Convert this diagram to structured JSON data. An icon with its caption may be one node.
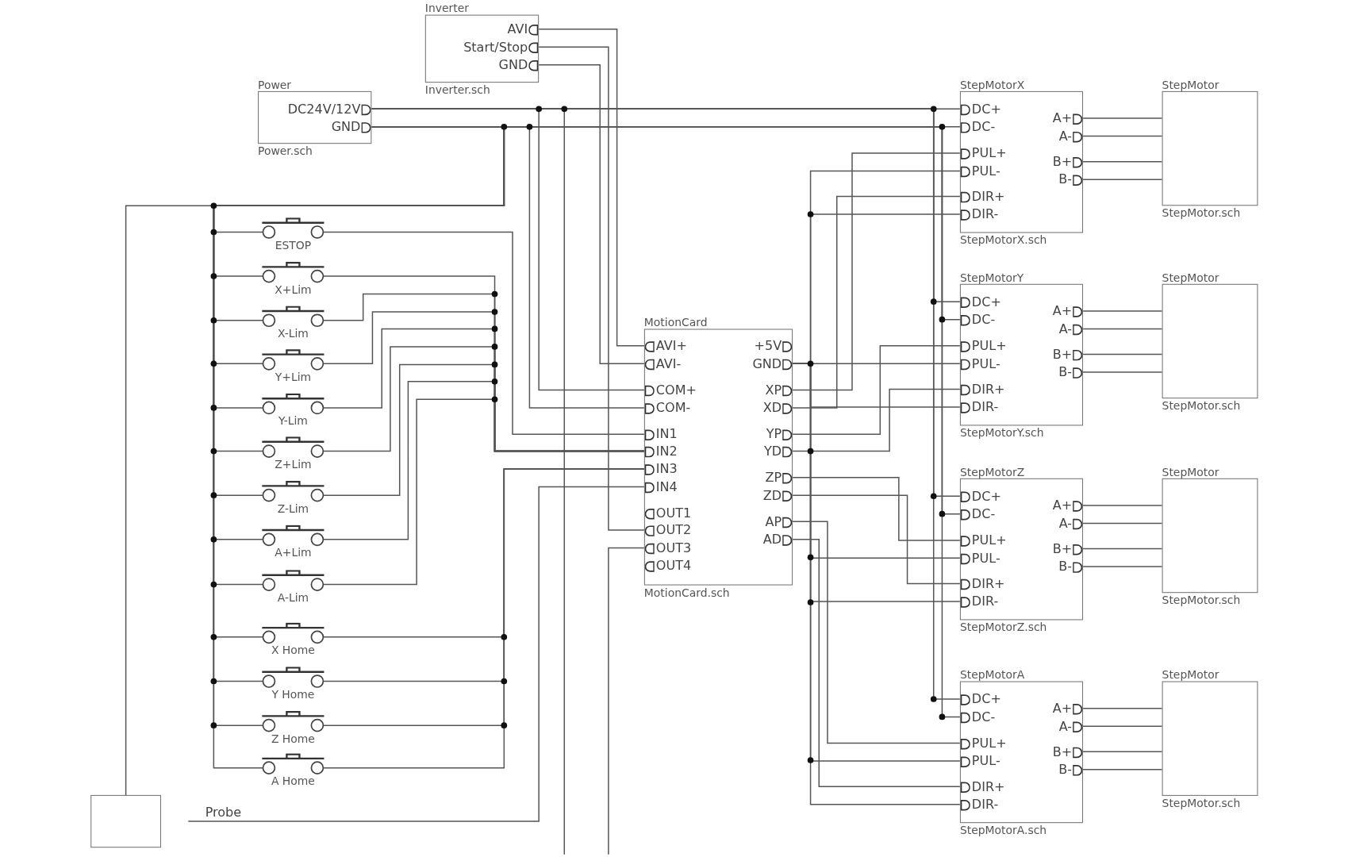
{
  "diagram": {
    "nodes": [
      {
        "text": [
          "Inverter",
          "AVI",
          "Start/Stop",
          "GND",
          "Inverter.sch"
        ]
      },
      {
        "text": [
          "Power",
          "DC24V/12V",
          "GND",
          "Power.sch"
        ]
      },
      {
        "text": [
          "MotionCard",
          "AVI+",
          "AVI-",
          "COM+",
          "COM-",
          "IN1",
          "IN2",
          "IN3",
          "IN4",
          "OUT1",
          "OUT2",
          "OUT3",
          "OUT4",
          "+5V",
          "GND",
          "XP",
          "XD",
          "YP",
          "YD",
          "ZP",
          "ZD",
          "AP",
          "AD",
          "MotionCard.sch"
        ]
      },
      {
        "text": [
          "StepMotorX",
          "DC+",
          "DC-",
          "PUL+",
          "PUL-",
          "DIR+",
          "DIR-",
          "A+",
          "A-",
          "B+",
          "B-",
          "StepMotorX.sch"
        ]
      },
      {
        "text": [
          "StepMotor",
          "StepMotor.sch"
        ]
      },
      {
        "text": [
          "StepMotorY",
          "DC+",
          "DC-",
          "PUL+",
          "PUL-",
          "DIR+",
          "DIR-",
          "A+",
          "A-",
          "B+",
          "B-",
          "StepMotorY.sch"
        ]
      },
      {
        "text": [
          "StepMotor",
          "StepMotor.sch"
        ]
      },
      {
        "text": [
          "StepMotorZ",
          "DC+",
          "DC-",
          "PUL+",
          "PUL-",
          "DIR+",
          "DIR-",
          "A+",
          "A-",
          "B+",
          "B-",
          "StepMotorZ.sch"
        ]
      },
      {
        "text": [
          "StepMotor",
          "StepMotor.sch"
        ]
      },
      {
        "text": [
          "StepMotorA",
          "DC+",
          "DC-",
          "PUL+",
          "PUL-",
          "DIR+",
          "DIR-",
          "A+",
          "A-",
          "B+",
          "B-",
          "StepMotorA.sch"
        ]
      },
      {
        "text": [
          "StepMotor",
          "StepMotor.sch"
        ]
      },
      {
        "text": [
          "ESTOP"
        ]
      },
      {
        "text": [
          "X+Lim"
        ]
      },
      {
        "text": [
          "X-Lim"
        ]
      },
      {
        "text": [
          "Y+Lim"
        ]
      },
      {
        "text": [
          "Y-Lim"
        ]
      },
      {
        "text": [
          "Z+Lim"
        ]
      },
      {
        "text": [
          "Z-Lim"
        ]
      },
      {
        "text": [
          "A+Lim"
        ]
      },
      {
        "text": [
          "A-Lim"
        ]
      },
      {
        "text": [
          "X Home"
        ]
      },
      {
        "text": [
          "Y Home"
        ]
      },
      {
        "text": [
          "Z Home"
        ]
      },
      {
        "text": [
          "A Home"
        ]
      },
      {
        "text": [],
        "shape": "box"
      },
      {
        "text": [
          "Probe"
        ]
      }
    ],
    "edges": [
      {
        "from": 0,
        "to": 2,
        "arrow": "none"
      },
      {
        "from": 0,
        "to": 2,
        "arrow": "none"
      },
      {
        "from": 0,
        "to": 2,
        "arrow": "none"
      },
      {
        "from": 1,
        "to": 3,
        "arrow": "none"
      },
      {
        "from": 1,
        "to": 3,
        "arrow": "none"
      },
      {
        "from": 1,
        "to": 5,
        "arrow": "none"
      },
      {
        "from": 1,
        "to": 5,
        "arrow": "none"
      },
      {
        "from": 1,
        "to": 7,
        "arrow": "none"
      },
      {
        "from": 1,
        "to": 7,
        "arrow": "none"
      },
      {
        "from": 1,
        "to": 9,
        "arrow": "none"
      },
      {
        "from": 1,
        "to": 9,
        "arrow": "none"
      },
      {
        "from": 1,
        "to": 2,
        "arrow": "none"
      },
      {
        "from": 1,
        "to": 2,
        "arrow": "none"
      },
      {
        "from": 1,
        "to": null,
        "arrow": "none"
      },
      {
        "from": 1,
        "to": 24,
        "arrow": "none"
      },
      {
        "from": 1,
        "to": 11,
        "arrow": "none"
      },
      {
        "from": 1,
        "to": 12,
        "arrow": "none"
      },
      {
        "from": 1,
        "to": 13,
        "arrow": "none"
      },
      {
        "from": 1,
        "to": 14,
        "arrow": "none"
      },
      {
        "from": 1,
        "to": 15,
        "arrow": "none"
      },
      {
        "from": 1,
        "to": 16,
        "arrow": "none"
      },
      {
        "from": 1,
        "to": 17,
        "arrow": "none"
      },
      {
        "from": 1,
        "to": 18,
        "arrow": "none"
      },
      {
        "from": 1,
        "to": 19,
        "arrow": "none"
      },
      {
        "from": 1,
        "to": 20,
        "arrow": "none"
      },
      {
        "from": 1,
        "to": 21,
        "arrow": "none"
      },
      {
        "from": 1,
        "to": 22,
        "arrow": "none"
      },
      {
        "from": 1,
        "to": 23,
        "arrow": "none"
      },
      {
        "from": 11,
        "to": 2,
        "arrow": "none"
      },
      {
        "from": 12,
        "to": 2,
        "arrow": "none"
      },
      {
        "from": 13,
        "to": 2,
        "arrow": "none"
      },
      {
        "from": 14,
        "to": 2,
        "arrow": "none"
      },
      {
        "from": 15,
        "to": 2,
        "arrow": "none"
      },
      {
        "from": 16,
        "to": 2,
        "arrow": "none"
      },
      {
        "from": 17,
        "to": 2,
        "arrow": "none"
      },
      {
        "from": 18,
        "to": 2,
        "arrow": "none"
      },
      {
        "from": 19,
        "to": 2,
        "arrow": "none"
      },
      {
        "from": 20,
        "to": 2,
        "arrow": "none"
      },
      {
        "from": 21,
        "to": 2,
        "arrow": "none"
      },
      {
        "from": 22,
        "to": 2,
        "arrow": "none"
      },
      {
        "from": 23,
        "to": 2,
        "arrow": "none"
      },
      {
        "from": 25,
        "to": 2,
        "arrow": "none"
      },
      {
        "from": 2,
        "to": null,
        "arrow": "none"
      },
      {
        "from": 2,
        "to": 3,
        "arrow": "none"
      },
      {
        "from": 2,
        "to": 3,
        "arrow": "none"
      },
      {
        "from": 2,
        "to": 3,
        "arrow": "none"
      },
      {
        "from": 2,
        "to": 3,
        "arrow": "none"
      },
      {
        "from": 2,
        "to": 5,
        "arrow": "none"
      },
      {
        "from": 2,
        "to": 5,
        "arrow": "none"
      },
      {
        "from": 2,
        "to": 5,
        "arrow": "none"
      },
      {
        "from": 2,
        "to": 5,
        "arrow": "none"
      },
      {
        "from": 2,
        "to": 7,
        "arrow": "none"
      },
      {
        "from": 2,
        "to": 7,
        "arrow": "none"
      },
      {
        "from": 2,
        "to": 7,
        "arrow": "none"
      },
      {
        "from": 2,
        "to": 7,
        "arrow": "none"
      },
      {
        "from": 2,
        "to": 9,
        "arrow": "none"
      },
      {
        "from": 2,
        "to": 9,
        "arrow": "none"
      },
      {
        "from": 2,
        "to": 9,
        "arrow": "none"
      },
      {
        "from": 2,
        "to": 9,
        "arrow": "none"
      },
      {
        "from": 3,
        "to": 4,
        "arrow": "none"
      },
      {
        "from": 3,
        "to": 4,
        "arrow": "none"
      },
      {
        "from": 3,
        "to": 4,
        "arrow": "none"
      },
      {
        "from": 3,
        "to": 4,
        "arrow": "none"
      },
      {
        "from": 5,
        "to": 6,
        "arrow": "none"
      },
      {
        "from": 5,
        "to": 6,
        "arrow": "none"
      },
      {
        "from": 5,
        "to": 6,
        "arrow": "none"
      },
      {
        "from": 5,
        "to": 6,
        "arrow": "none"
      },
      {
        "from": 7,
        "to": 8,
        "arrow": "none"
      },
      {
        "from": 7,
        "to": 8,
        "arrow": "none"
      },
      {
        "from": 7,
        "to": 8,
        "arrow": "none"
      },
      {
        "from": 7,
        "to": 8,
        "arrow": "none"
      },
      {
        "from": 9,
        "to": 10,
        "arrow": "none"
      },
      {
        "from": 9,
        "to": 10,
        "arrow": "none"
      },
      {
        "from": 9,
        "to": 10,
        "arrow": "none"
      },
      {
        "from": 9,
        "to": 10,
        "arrow": "none"
      }
    ]
  }
}
